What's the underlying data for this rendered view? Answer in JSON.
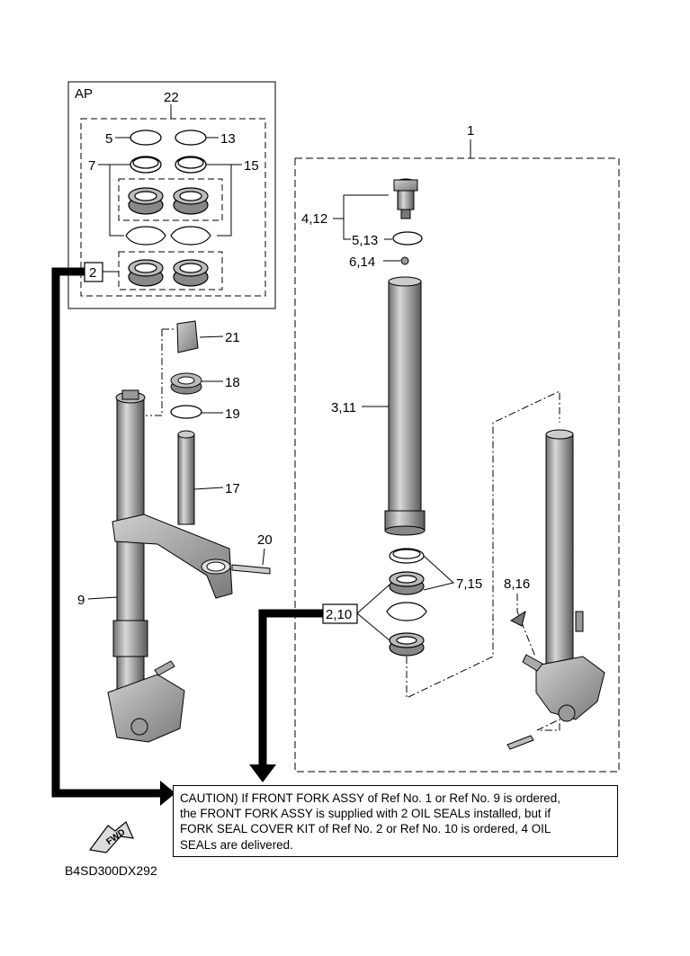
{
  "labels": {
    "ap": "AP",
    "n22": "22",
    "n1": "1",
    "n5": "5",
    "n13": "13",
    "n7": "7",
    "n15": "15",
    "n2": "2",
    "n4_12": "4,12",
    "n5_13": "5,13",
    "n6_14": "6,14",
    "n3_11": "3,11",
    "n21": "21",
    "n18": "18",
    "n19": "19",
    "n17": "17",
    "n20": "20",
    "n9": "9",
    "n7_15": "7,15",
    "n8_16": "8,16",
    "n2_10": "2,10"
  },
  "caution": {
    "line1": "CAUTION) If FRONT FORK ASSY of Ref No. 1 or Ref No. 9 is ordered,",
    "line2": "the FRONT FORK ASSY is supplied with 2 OIL SEALs installed, but if",
    "line3": "FORK SEAL COVER KIT of Ref No. 2 or Ref No. 10 is ordered, 4 OIL",
    "line4": "SEALs are delivered."
  },
  "fwd_label": "FWD",
  "diagram_code": "B4SD300DX292"
}
